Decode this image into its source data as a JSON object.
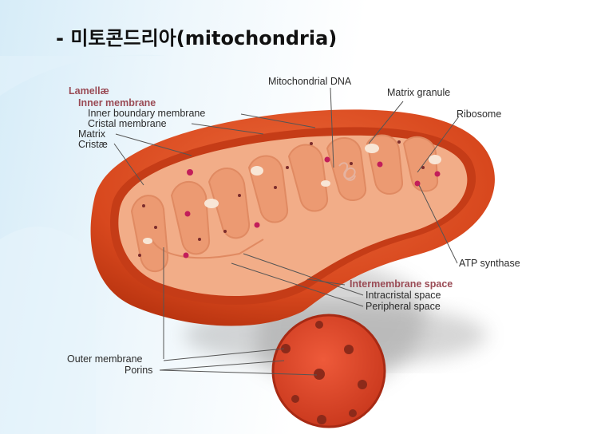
{
  "slide": {
    "title": "- 미토콘드리아(mitochondria)"
  },
  "labels": {
    "lamellae": "Lamellæ",
    "inner_membrane": "Inner membrane",
    "inner_boundary_membrane": "Inner boundary membrane",
    "cristal_membrane": "Cristal membrane",
    "matrix": "Matrix",
    "cristae": "Cristæ",
    "mitochondrial_dna": "Mitochondrial DNA",
    "matrix_granule": "Matrix granule",
    "ribosome": "Ribosome",
    "atp_synthase": "ATP synthase",
    "intermembrane_space": "Intermembrane space",
    "intracristal_space": "Intracristal space",
    "peripheral_space": "Peripheral space",
    "outer_membrane": "Outer membrane",
    "porins": "Porins"
  },
  "colors": {
    "outer_shell": "#d8481e",
    "outer_shell_dark": "#b8330f",
    "inner_fill": "#f0a178",
    "cristae_fill": "#eea07a",
    "granule": "#f6e2d2",
    "ribosome": "#c21e5a",
    "label_accent": "#9a4b55",
    "leader_line": "#555555"
  }
}
